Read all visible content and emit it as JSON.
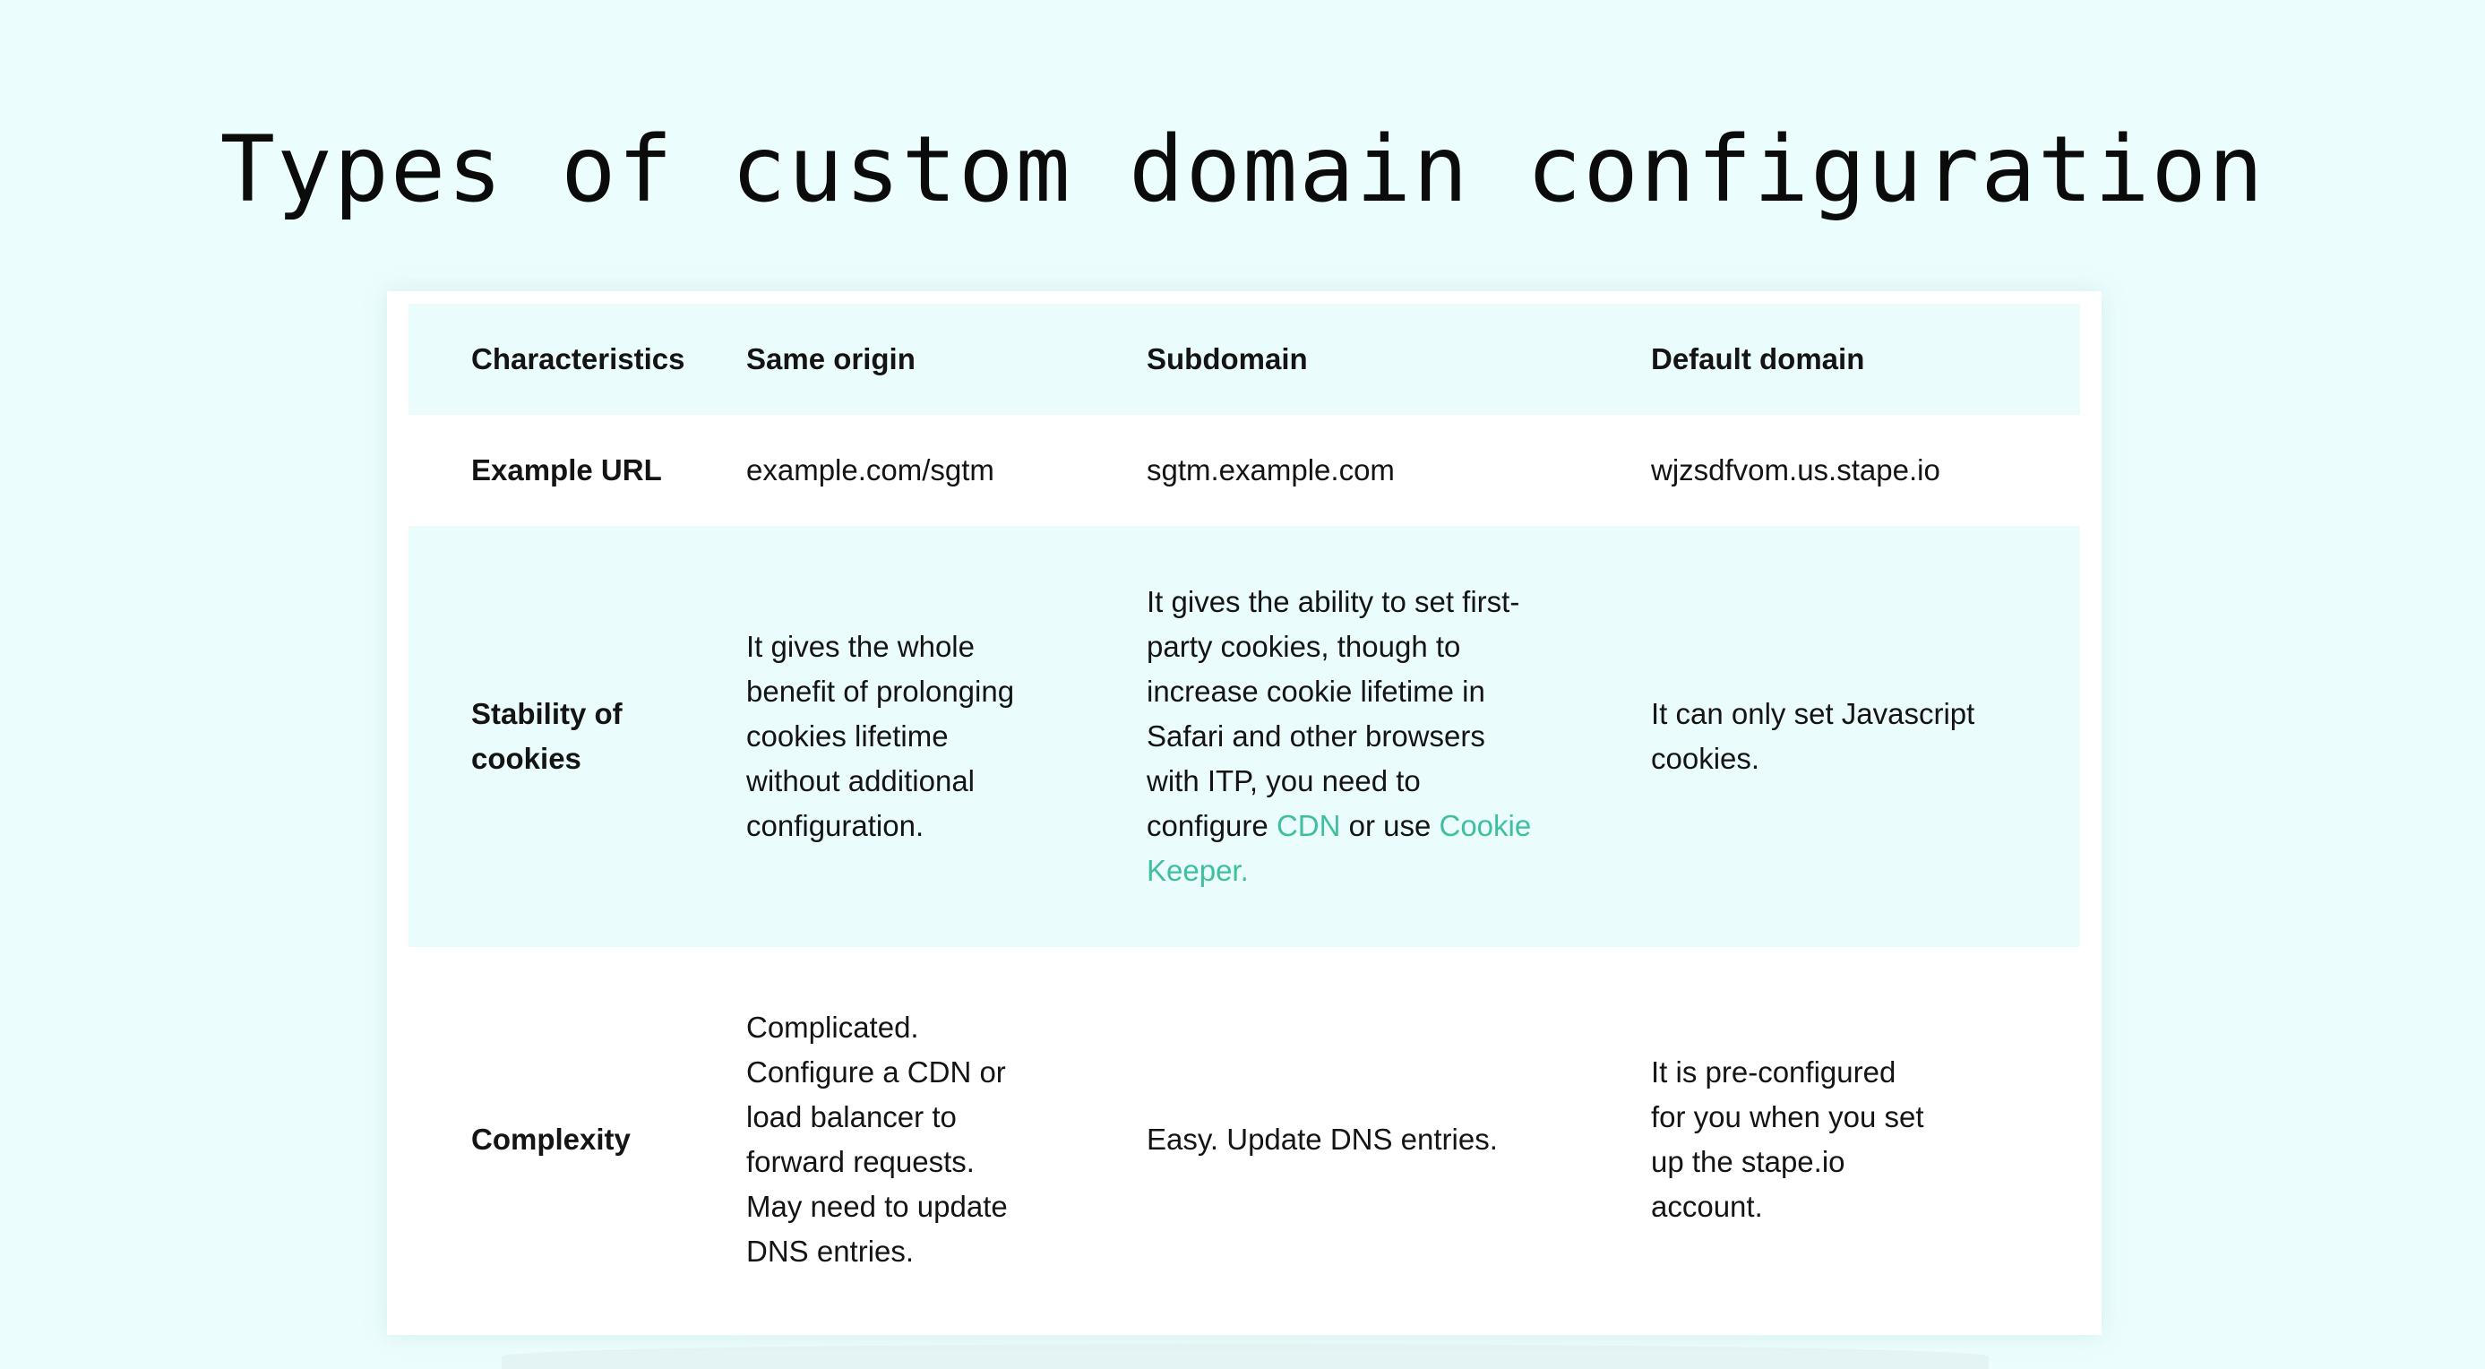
{
  "slide": {
    "title": "Types of custom domain configuration"
  },
  "table": {
    "headers": [
      "Characteristics",
      "Same origin",
      "Subdomain",
      "Default domain"
    ],
    "rows": [
      {
        "label": "Example URL",
        "same_origin": "example.com/sgtm",
        "subdomain": "sgtm.example.com",
        "default_domain": "wjzsdfvom.us.stape.io"
      },
      {
        "label": "Stability of cookies",
        "same_origin": "It gives the whole benefit of prolonging cookies lifetime without additional configuration.",
        "subdomain": {
          "text_before": "It gives the ability to set first-party cookies, though to increase cookie lifetime in Safari and other browsers with ITP, you need to configure ",
          "link1": "CDN",
          "text_middle": " or use ",
          "link2": "Cookie Keeper."
        },
        "default_domain": "It can only set Javascript cookies."
      },
      {
        "label": "Complexity",
        "same_origin": "Complicated. Configure a CDN or load balancer to forward requests. May need to update DNS entries.",
        "subdomain": "Easy. Update DNS entries.",
        "default_domain": "It is pre-configured for you when you set up the stape.io account."
      }
    ]
  },
  "colors": {
    "background": "#ecfdfd",
    "header_row": "#ebfcfc",
    "link": "#3fbf9f",
    "text": "#141414"
  }
}
